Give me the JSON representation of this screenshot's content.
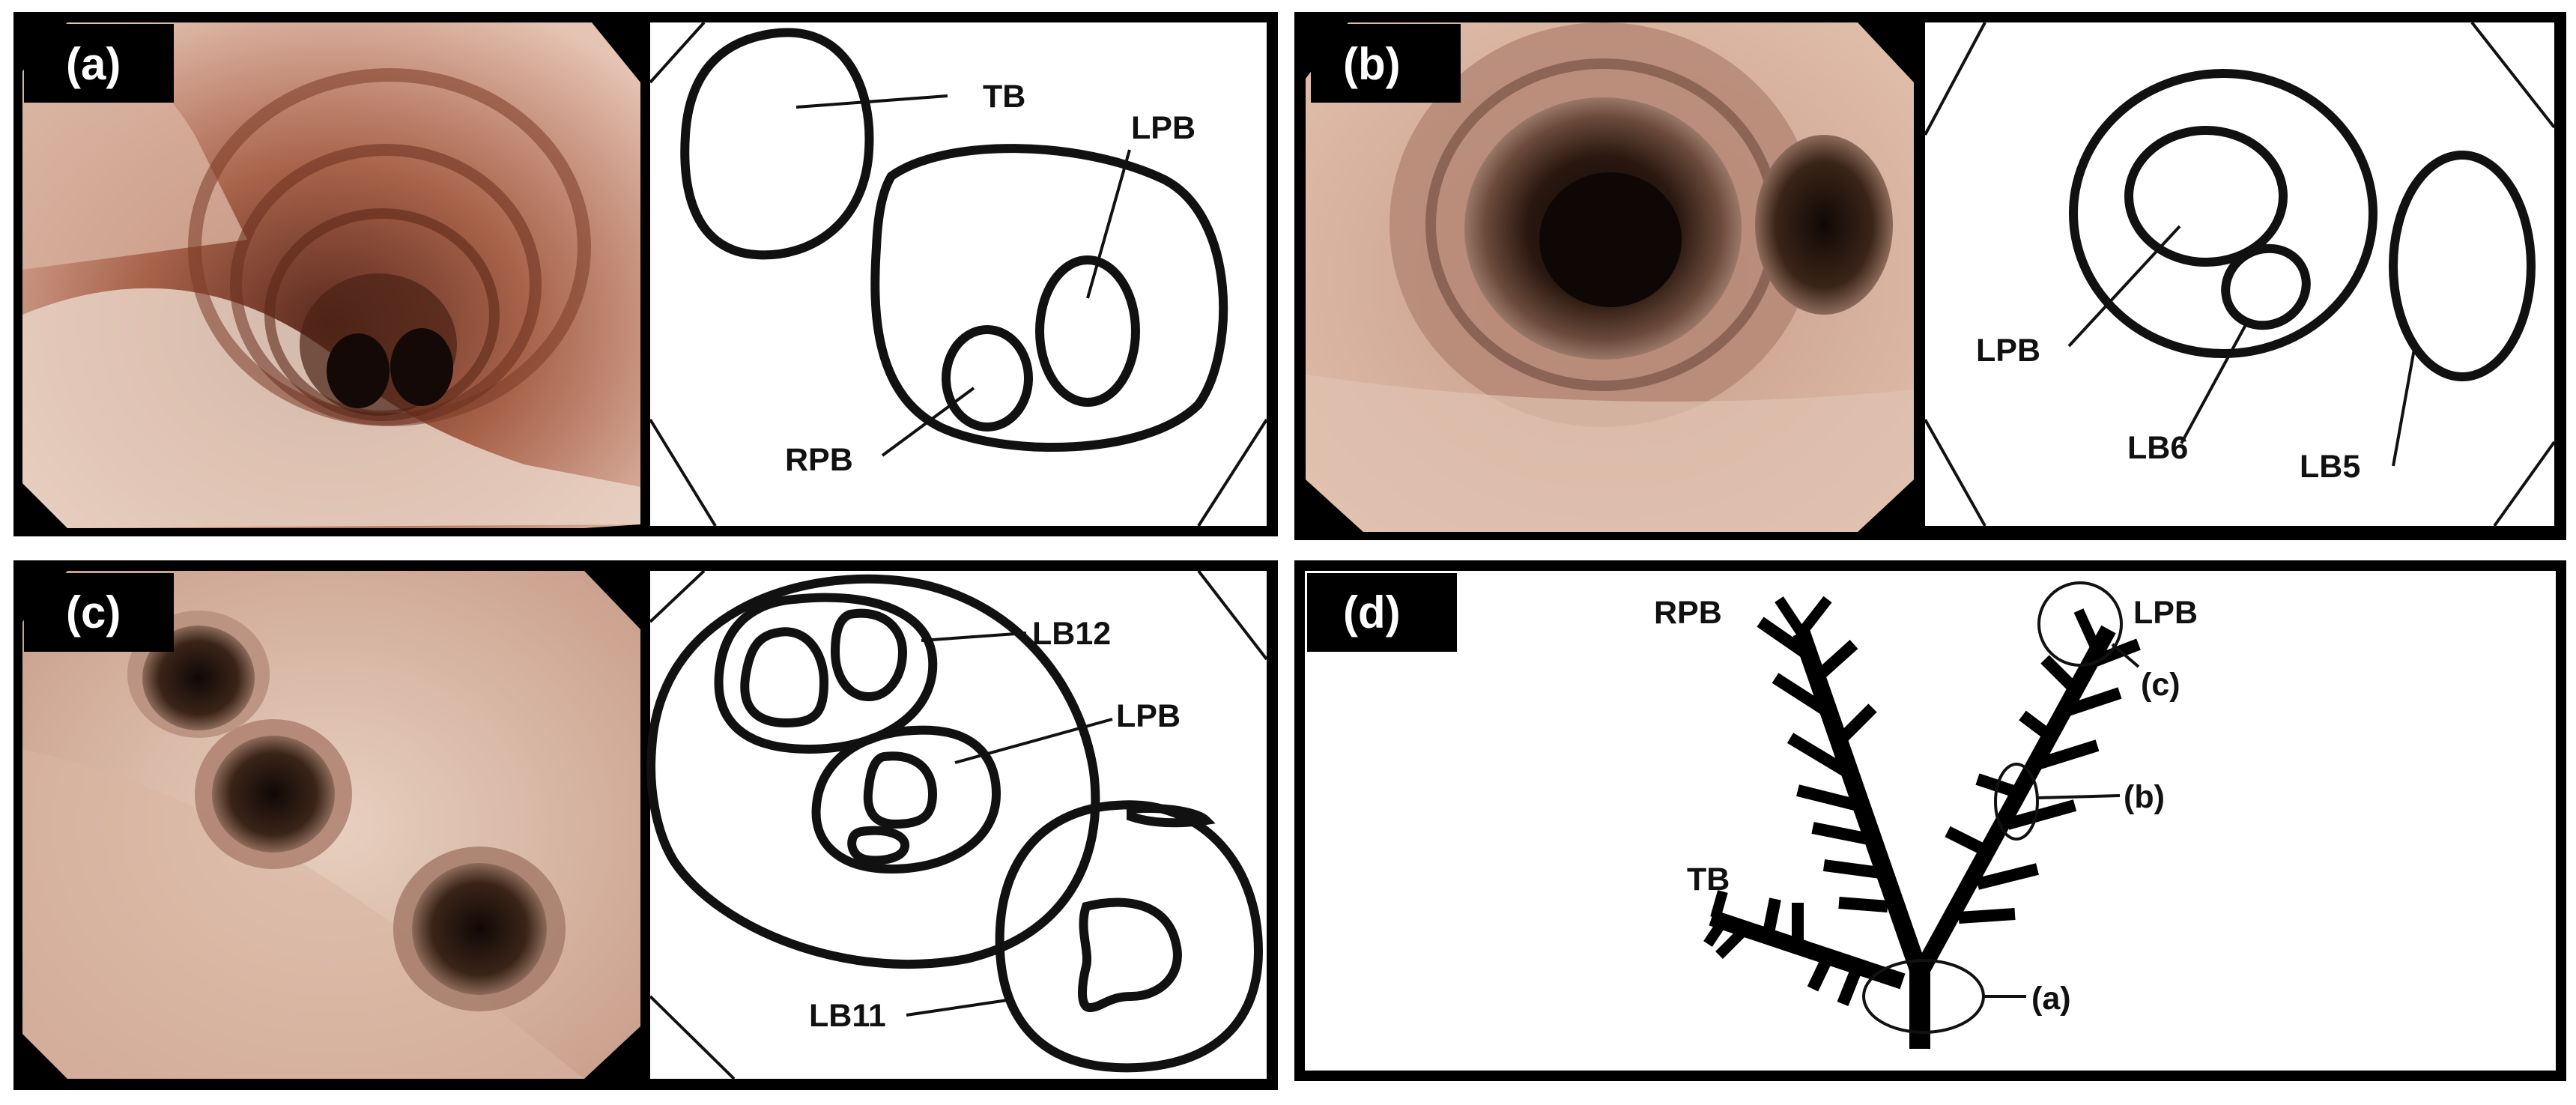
{
  "panels": {
    "a": {
      "tag": "(a)",
      "labels": {
        "tb": "TB",
        "lpb": "LPB",
        "rpb": "RPB"
      }
    },
    "b": {
      "tag": "(b)",
      "labels": {
        "lpb": "LPB",
        "lb6": "LB6",
        "lb5": "LB5"
      }
    },
    "c": {
      "tag": "(c)",
      "labels": {
        "lb12": "LB12",
        "lpb": "LPB",
        "lb11": "LB11"
      }
    },
    "d": {
      "tag": "(d)",
      "labels": {
        "rpb": "RPB",
        "lpb": "LPB",
        "tb": "TB",
        "ref_a": "(a)",
        "ref_b": "(b)",
        "ref_c": "(c)"
      }
    }
  },
  "colors": {
    "frame": "#000000",
    "ink": "#111111",
    "tag_background": "#000000",
    "tag_text": "#ffffff",
    "mucosa_light": "#e8c9b8",
    "mucosa_mid": "#b77c66",
    "airway_dark": "#1c0f0a"
  }
}
